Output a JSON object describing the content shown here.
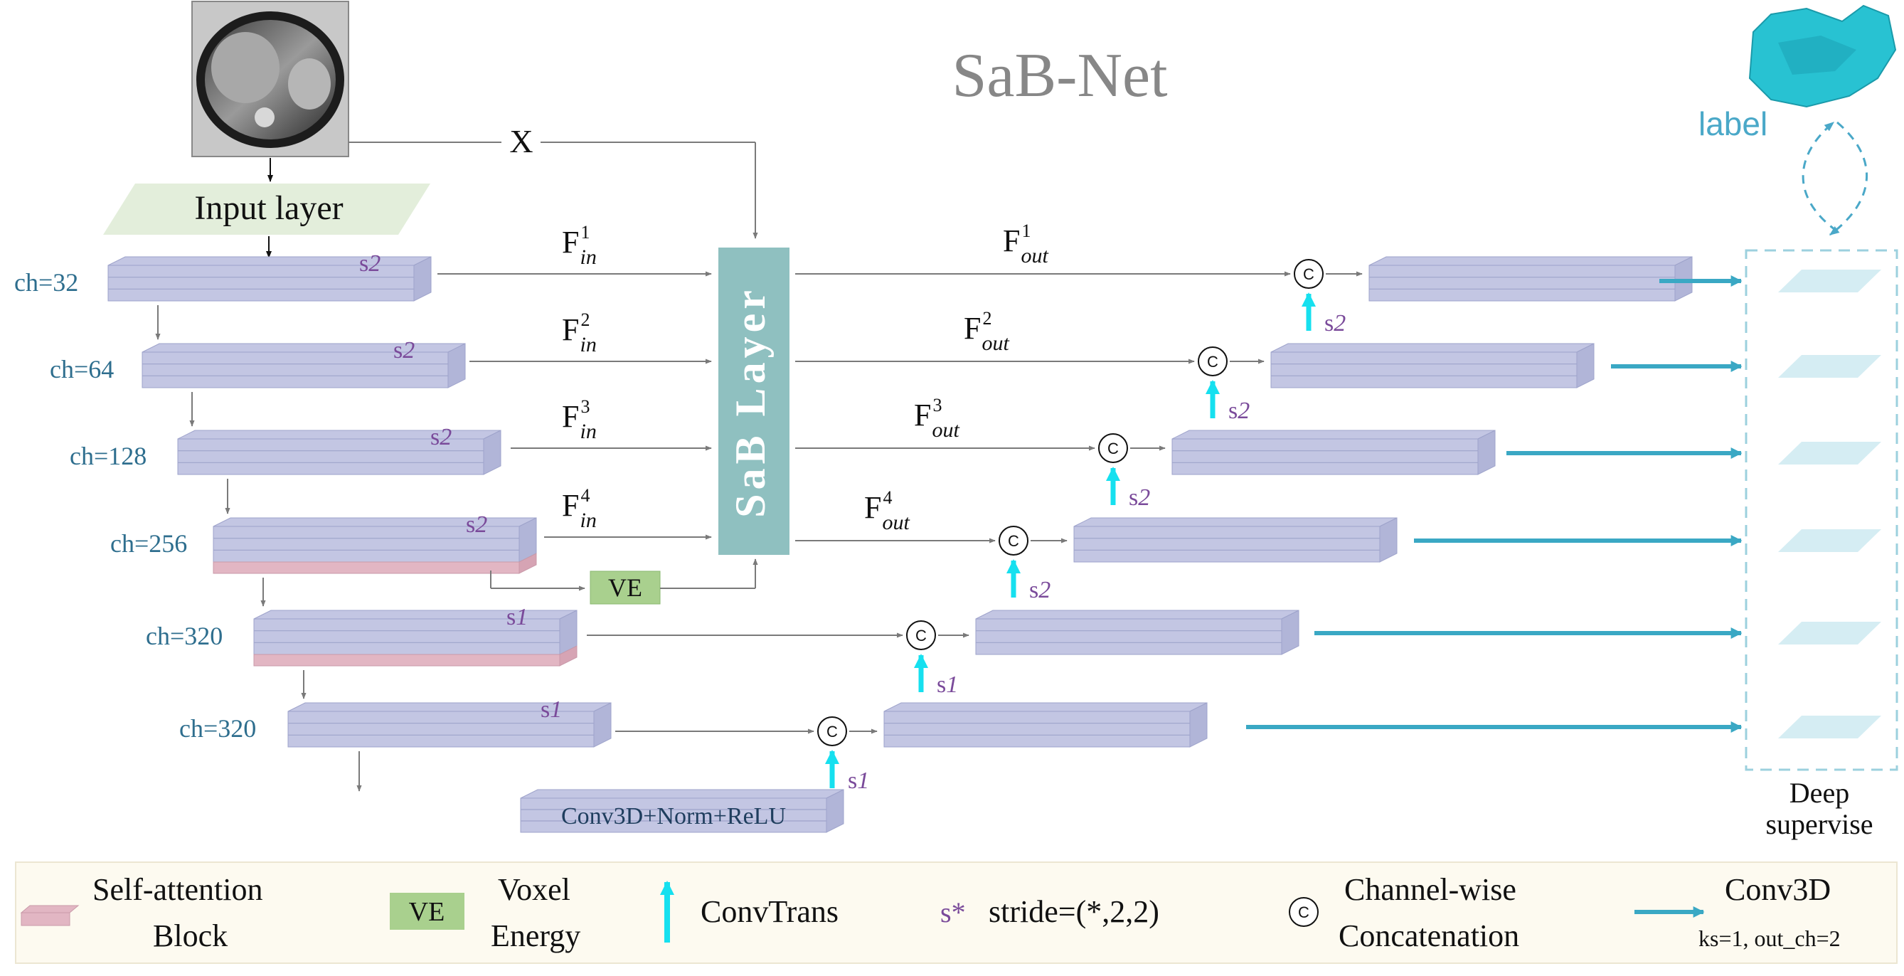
{
  "title": "SaB-Net",
  "input_layer": "Input layer",
  "x_label": "X",
  "label_text": "label",
  "sab_layer": "SaB Layer",
  "ve_label": "VE",
  "conv_block": "Conv3D+Norm+ReLU",
  "deep_supervise": [
    "Deep",
    "supervise"
  ],
  "encoder": [
    {
      "ch": "ch=32",
      "stride": "s2",
      "attention": false
    },
    {
      "ch": "ch=64",
      "stride": "s2",
      "attention": false
    },
    {
      "ch": "ch=128",
      "stride": "s2",
      "attention": false
    },
    {
      "ch": "ch=256",
      "stride": "s2",
      "attention": true
    },
    {
      "ch": "ch=320",
      "stride": "s1",
      "attention": true
    },
    {
      "ch": "ch=320",
      "stride": "s1",
      "attention": false
    }
  ],
  "f_in": [
    {
      "base": "F",
      "sup": "1",
      "sub": "in"
    },
    {
      "base": "F",
      "sup": "2",
      "sub": "in"
    },
    {
      "base": "F",
      "sup": "3",
      "sub": "in"
    },
    {
      "base": "F",
      "sup": "4",
      "sub": "in"
    }
  ],
  "f_out": [
    {
      "base": "F",
      "sup": "1",
      "sub": "out"
    },
    {
      "base": "F",
      "sup": "2",
      "sub": "out"
    },
    {
      "base": "F",
      "sup": "3",
      "sub": "out"
    },
    {
      "base": "F",
      "sup": "4",
      "sub": "out"
    }
  ],
  "concat_symbol": "C",
  "upsample_strides": [
    "s2",
    "s2",
    "s2",
    "s2",
    "s1",
    "s1"
  ],
  "legend": {
    "attention": [
      "Self-attention",
      "Block"
    ],
    "ve_box": "VE",
    "ve_text": [
      "Voxel",
      "Energy"
    ],
    "convtrans": "ConvTrans",
    "stride_symbol": "s*",
    "stride_text": "stride=(*,2,2)",
    "concat_symbol": "C",
    "concat_text": [
      "Channel-wise",
      "Concatenation"
    ],
    "conv3d": "Conv3D",
    "conv3d_params": "ks=1, out_ch=2"
  },
  "colors": {
    "slab": "#c3c6e3",
    "slab_edge": "#9ea3cb",
    "attention": "#e2b6c3",
    "sab": "#8fc0c0",
    "ve": "#a9d08e",
    "input_layer": "#e3eedb",
    "cyan_arrow": "#16e0ef",
    "deep_arrow": "#3aa8c4",
    "ch_text": "#2e6e8e",
    "stride_text": "#7a4a9a",
    "label_text": "#4aa8c8",
    "title_text": "#878787",
    "legend_bg": "#fdfaf0"
  }
}
